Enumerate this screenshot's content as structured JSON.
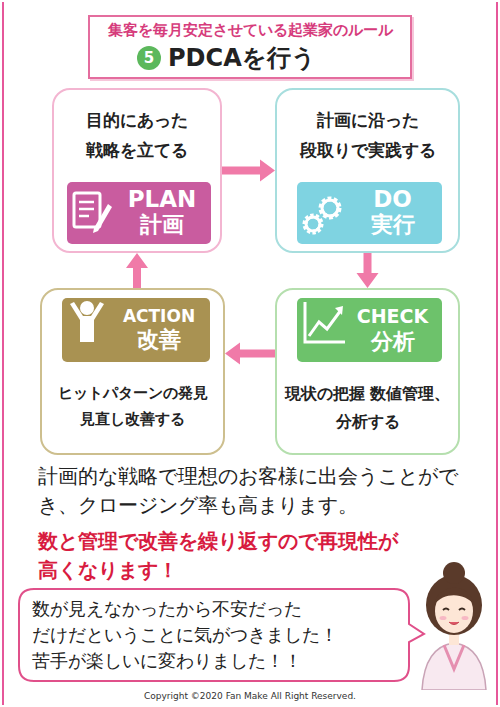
{
  "diagram": {
    "title": "PDCAを行う",
    "nodes": [
      {
        "text": [
          "目的にあった 戦略を立てる"
        ]
      },
      {
        "text": [
          "PLAN",
          "計画"
        ],
        "in": 0
      },
      {
        "text": [
          "計画に沿った 段取りで実践する"
        ]
      },
      {
        "text": [
          "DO",
          "実行"
        ],
        "in": 2
      },
      {
        "text": [
          "ヒットパターンの発見 見直し改善する"
        ]
      },
      {
        "text": [
          "ACTION",
          "改善"
        ],
        "in": 4
      },
      {
        "text": [
          "現状の把握 数値管理、分析する"
        ]
      },
      {
        "text": [
          "CHECK",
          "分析"
        ],
        "in": 6
      },
      {
        "text": [
          "数が見えなかったから不安だった だけだということに気がつきました！ 苦手が楽しいに変わりました！！"
        ]
      }
    ],
    "edges": [
      {
        "from": 0,
        "to": 2,
        "arrow": "to"
      },
      {
        "from": 2,
        "to": 6,
        "arrow": "to"
      },
      {
        "from": 6,
        "to": 4,
        "arrow": "to"
      },
      {
        "from": 4,
        "to": 0,
        "arrow": "to"
      }
    ],
    "labels": [
      "集客を毎月安定させている起業家のルール",
      "5",
      "計画的な戦略で理想のお客様に出会うことができ、クロージング率も高まります。",
      "数と管理で改善を繰り返すので再現性が高くなります！",
      "Copyright ©2020 Fan Make All Right Reserved."
    ]
  }
}
